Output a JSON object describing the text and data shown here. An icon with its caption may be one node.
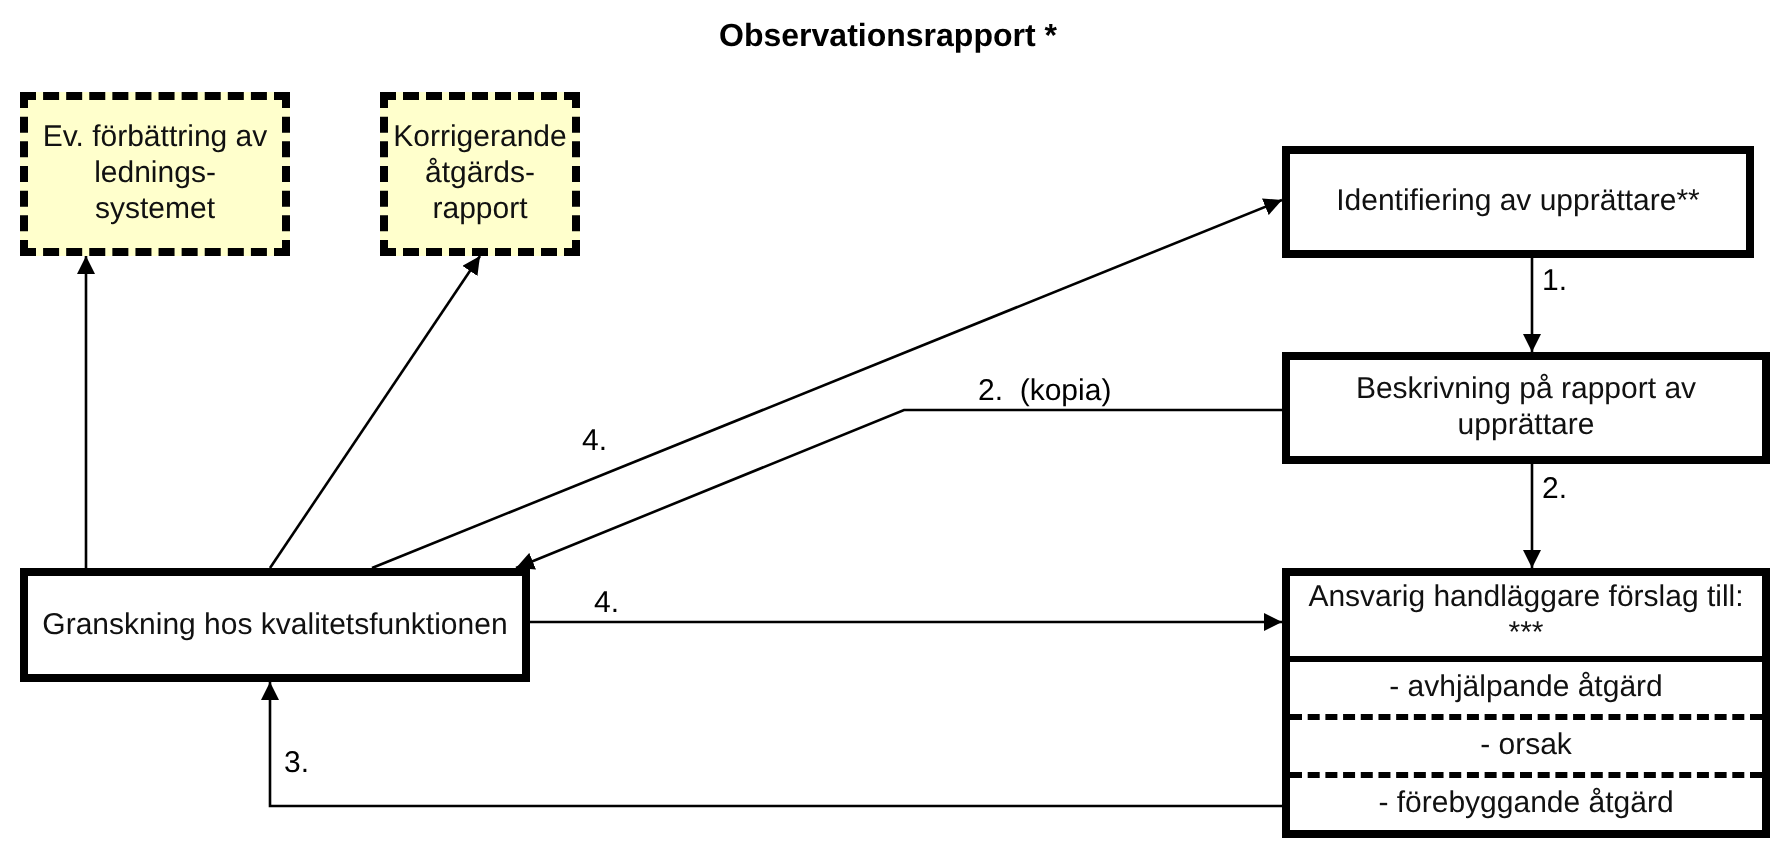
{
  "diagram": {
    "title": "Observationsrapport *",
    "nodes": [
      {
        "text": [
          "Ev. förbättring av lednings- systemet"
        ]
      },
      {
        "text": [
          "Korrigerande åtgärds- rapport"
        ]
      },
      {
        "text": [
          "Identifiering av upprättare**"
        ]
      },
      {
        "text": [
          "Beskrivning på rapport av upprättare"
        ]
      },
      {
        "text": [
          "Granskning hos kvalitetsfunktionen"
        ]
      },
      {
        "text": [
          "Ansvarig handläggare förslag till: ***",
          "- avhjälpande åtgärd",
          "- orsak",
          "- förebyggande åtgärd"
        ]
      }
    ],
    "edges": [
      {
        "from": 4,
        "to": 0,
        "arrow": "to"
      },
      {
        "from": 4,
        "to": 1,
        "arrow": "to"
      },
      {
        "from": 4,
        "to": 2,
        "arrow": "to",
        "label": "4."
      },
      {
        "from": 2,
        "to": 3,
        "arrow": "to",
        "label": "1."
      },
      {
        "from": 3,
        "to": 4,
        "arrow": "to",
        "label": "2.  (kopia)"
      },
      {
        "from": 3,
        "to": 5,
        "arrow": "to",
        "label": "2."
      },
      {
        "from": 4,
        "to": 5,
        "arrow": "to",
        "label": "4."
      },
      {
        "from": 5,
        "to": 4,
        "arrow": "to",
        "label": "3."
      }
    ]
  }
}
